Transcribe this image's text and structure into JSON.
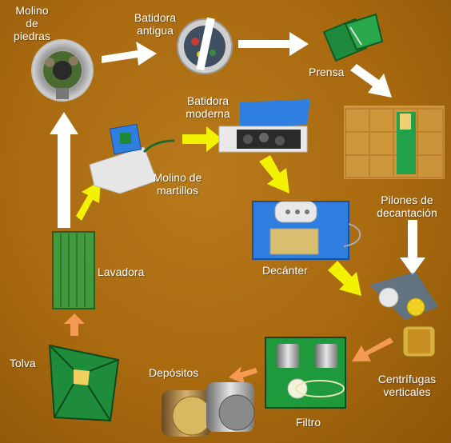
{
  "labels": {
    "molino_piedras": [
      "Molino",
      "de",
      "piedras"
    ],
    "batidora_antigua": [
      "Batidora",
      "antigua"
    ],
    "prensa": "Prensa",
    "batidora_moderna": [
      "Batidora",
      "moderna"
    ],
    "molino_martillos": [
      "Molino de",
      "martillos"
    ],
    "pilones": [
      "Pilones de",
      "decantación"
    ],
    "lavadora": "Lavadora",
    "decanter": "Decánter",
    "tolva": "Tolva",
    "depositos": "Depósitos",
    "filtro": "Filtro",
    "centrifugas": [
      "Centrífugas",
      "verticales"
    ]
  },
  "colors": {
    "background": "#a8690f",
    "arrow_white": "#ffffff",
    "arrow_yellow": "#f2f200",
    "arrow_orange": "#f59a55",
    "model_green": "#1f9a3c",
    "model_blue": "#2f7fe0"
  }
}
